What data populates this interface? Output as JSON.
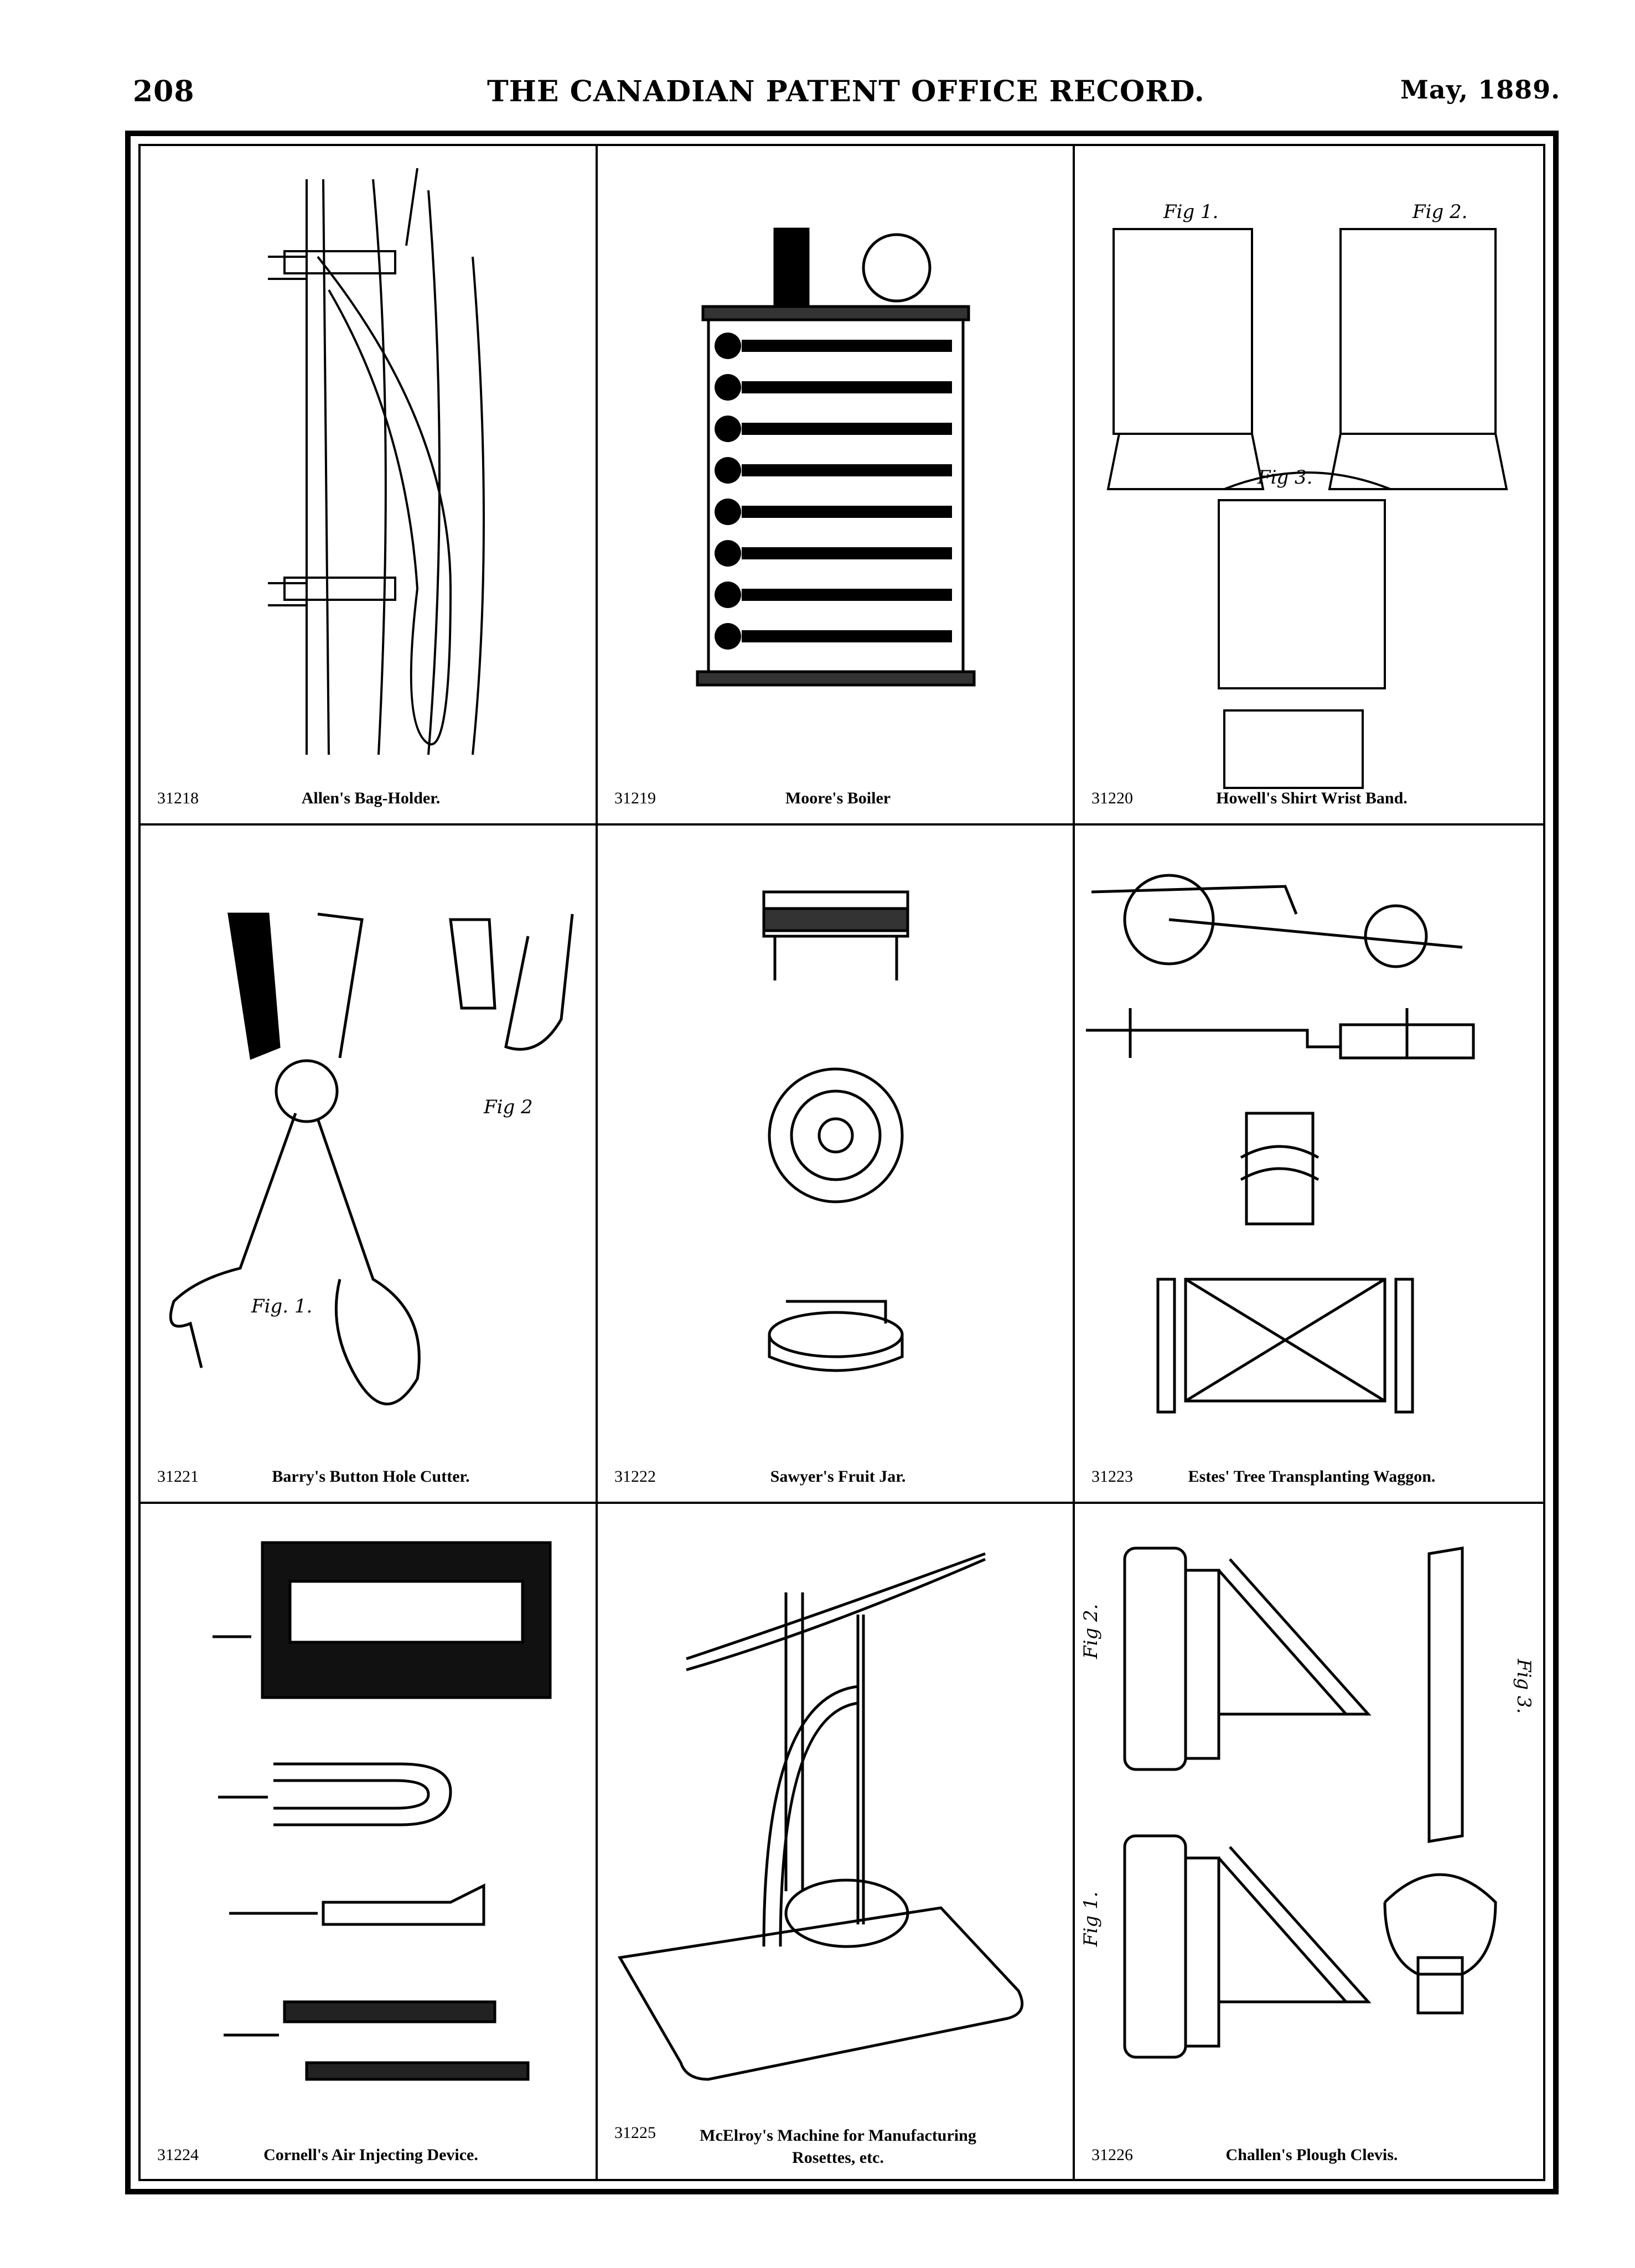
{
  "header": {
    "page_number": "208",
    "title": "THE CANADIAN PATENT OFFICE RECORD.",
    "date": "May, 1889."
  },
  "patents": [
    {
      "number": "31218",
      "title": "Allen's Bag-Holder."
    },
    {
      "number": "31219",
      "title": "Moore's Boiler"
    },
    {
      "number": "31220",
      "title": "Howell's Shirt Wrist Band.",
      "figs": [
        "Fig 1.",
        "Fig 2.",
        "Fig 3."
      ]
    },
    {
      "number": "31221",
      "title": "Barry's Button Hole Cutter.",
      "figs": [
        "Fig 2",
        "Fig. 1."
      ]
    },
    {
      "number": "31222",
      "title": "Sawyer's Fruit Jar."
    },
    {
      "number": "31223",
      "title": "Estes' Tree Transplanting Waggon."
    },
    {
      "number": "31224",
      "title": "Cornell's Air Injecting Device."
    },
    {
      "number": "31225",
      "title_line1": "McElroy's Machine for Manufacturing",
      "title_line2": "Rosettes, etc."
    },
    {
      "number": "31226",
      "title": "Challen's Plough Clevis.",
      "figs": [
        "Fig 2.",
        "Fig 1.",
        "Fig 3."
      ]
    }
  ]
}
